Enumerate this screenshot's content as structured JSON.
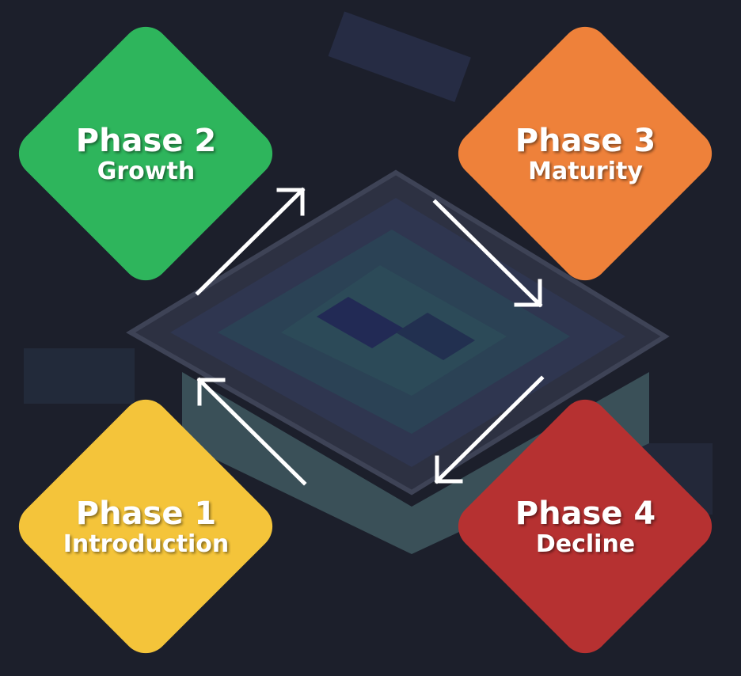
{
  "phases": [
    {
      "title": "Phase 1",
      "subtitle": "Introduction",
      "color": "#f4c43a"
    },
    {
      "title": "Phase 2",
      "subtitle": "Growth",
      "color": "#2eb55c"
    },
    {
      "title": "Phase 3",
      "subtitle": "Maturity",
      "color": "#ee813a"
    },
    {
      "title": "Phase 4",
      "subtitle": "Decline",
      "color": "#b63131"
    }
  ]
}
